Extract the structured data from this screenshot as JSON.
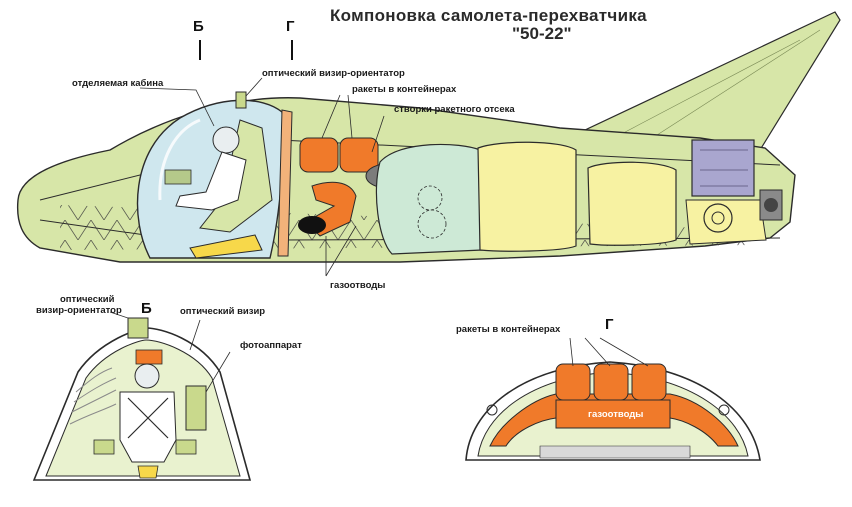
{
  "title": "Компоновка самолета-перехватчика",
  "subtitle": "\"50-22\"",
  "section_marks": {
    "b": "Б",
    "g": "Г"
  },
  "labels": {
    "detachable_cabin": "отделяемая кабина",
    "optical_sight_orienter": "оптический визир-ориентатор",
    "missiles_in_containers": "ракеты в контейнерах",
    "missile_bay_doors": "створки ракетного отсека",
    "gas_ducts": "газоотводы",
    "optical_sight_orienter_2line_a": "оптический",
    "optical_sight_orienter_2line_b": "визир-ориентатор",
    "optical_sight": "оптический визир",
    "camera": "фотоаппарат",
    "missiles_in_containers_2": "ракеты в контейнерах",
    "gas_ducts_2": "газоотводы"
  },
  "colors": {
    "airframe": "#d7e6a8",
    "canopy": "#cfe7ee",
    "orange": "#f07a2a",
    "yellow": "#f7f2a2",
    "tank": "#cde9d6",
    "engine": "#a9a6cf",
    "line": "#2b2b2b"
  }
}
